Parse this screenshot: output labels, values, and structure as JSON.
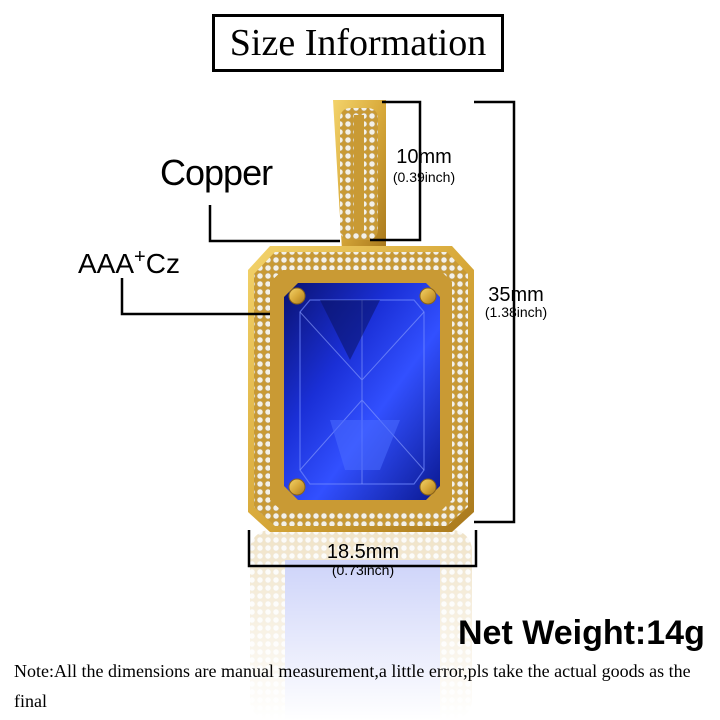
{
  "title": "Size Information",
  "labels": {
    "material": "Copper",
    "stone_main": "AAA",
    "stone_plus": "+",
    "stone_suffix": "Cz"
  },
  "dimensions": {
    "bail_mm": "10mm",
    "bail_inch": "(0.39inch)",
    "height_mm": "35mm",
    "height_inch": "(1.38inch)",
    "width_mm": "18.5mm",
    "width_inch": "(0.73inch)"
  },
  "net_weight": "Net Weight:14g",
  "note": "Note:All the dimensions are manual measurement,a little error,pls take the actual goods as the final",
  "colors": {
    "gold": "#d8a93a",
    "stone_blue": "#1a2fd6",
    "stone_dark": "#0a1270",
    "stone_light": "#5e7bff",
    "cz_white": "#f4f1e8"
  }
}
